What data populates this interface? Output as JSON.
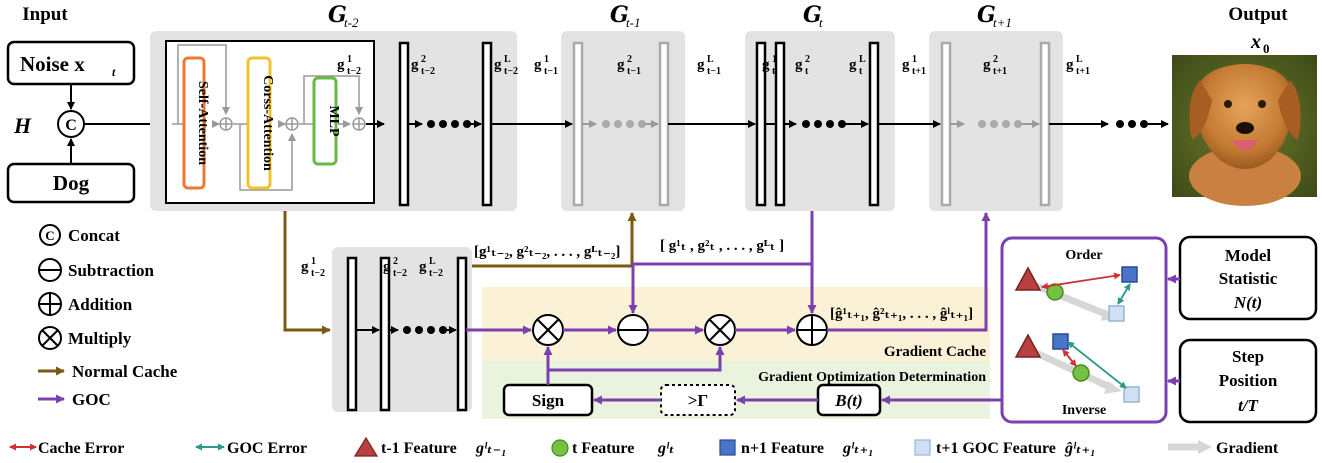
{
  "input_label": "Input",
  "output_label": "Output",
  "output_symbol": "x",
  "output_sub": "0",
  "noise_label": "Noise x",
  "noise_sub": "t",
  "dog_label": "Dog",
  "h_symbol": "H",
  "concat_glyph": "C",
  "blocks": {
    "g_tm2": {
      "base": "G",
      "sub": "t-2"
    },
    "g_tm1": {
      "base": "G",
      "sub": "t-1"
    },
    "g_t": {
      "base": "G",
      "sub": "t"
    },
    "g_tp1": {
      "base": "G",
      "sub": "t+1"
    }
  },
  "modules": {
    "self_attention": "Self-Attention",
    "cross_attention": "Corss-Attention",
    "mlp": "MLP"
  },
  "layer_labels": {
    "tm2_1": {
      "b": "g",
      "sup": "1",
      "sub": "t−2"
    },
    "tm2_2": {
      "b": "g",
      "sup": "2",
      "sub": "t−2"
    },
    "tm2_L": {
      "b": "g",
      "sup": "L",
      "sub": "t−2"
    },
    "tm1_1": {
      "b": "g",
      "sup": "1",
      "sub": "t−1"
    },
    "tm1_2": {
      "b": "g",
      "sup": "2",
      "sub": "t−1"
    },
    "tm1_L": {
      "b": "g",
      "sup": "L",
      "sub": "t−1"
    },
    "t_1": {
      "b": "g",
      "sup": "1",
      "sub": "t"
    },
    "t_2": {
      "b": "g",
      "sup": "2",
      "sub": "t"
    },
    "t_L": {
      "b": "g",
      "sup": "L",
      "sub": "t"
    },
    "tp1_1": {
      "b": "g",
      "sup": "1",
      "sub": "t+1"
    },
    "tp1_2": {
      "b": "g",
      "sup": "2",
      "sub": "t+1"
    },
    "tp1_L": {
      "b": "g",
      "sup": "L",
      "sub": "t+1"
    },
    "cache_1": {
      "b": "g",
      "sup": "1",
      "sub": "t−2"
    },
    "cache_2": {
      "b": "g",
      "sup": "2",
      "sub": "t−2"
    },
    "cache_L": {
      "b": "g",
      "sup": "L",
      "sub": "t−2"
    }
  },
  "cache_vector_text": "[g¹ₜ₋₂, g²ₜ₋₂, . . . , gᴸₜ₋₂]",
  "t_vector_text": "[ g¹ₜ ,  g²ₜ , . . . ,  gᴸₜ ]",
  "goc_vector_text": "[ĝ¹ₜ₊₁, ĝ²ₜ₊₁, . . . , ĝˡₜ₊₁]",
  "gradient_cache_label": "Gradient Cache",
  "god_label": "Gradient Optimization Determination",
  "sign_label": "Sign",
  "gamma_label": ">Γ",
  "bt_label": "B(t)",
  "legend": {
    "concat_glyph": "C",
    "concat": "Concat",
    "subtraction": "Subtraction",
    "addition": "Addition",
    "multiply": "Multiply",
    "normal_cache": "Normal Cache",
    "goc": "GOC"
  },
  "order_label": "Order",
  "inverse_label": "Inverse",
  "model_statistic": {
    "line1": "Model",
    "line2": "Statistic",
    "line3": "N(t)"
  },
  "step_position": {
    "line1": "Step",
    "line2": "Position",
    "line3": "t/T"
  },
  "bottom_legend": {
    "cache_error": "Cache Error",
    "goc_error": "GOC Error",
    "tm1_feature": "t-1 Feature",
    "tm1_sym": "gˡₜ₋₁",
    "t_feature": "t Feature",
    "t_sym": "gˡₜ",
    "n1_feature": "n+1 Feature",
    "n1_sym": "gˡₜ₊₁",
    "goc_feature": "t+1 GOC Feature",
    "goc_sym": "ĝˡₜ₊₁",
    "gradient": "Gradient"
  },
  "colors": {
    "brown": "#7a5a10",
    "purple": "#7b3fb0",
    "gray_block": "#e3e3e3",
    "gradient_cache_bg": "#fbf1d6",
    "god_bg": "#eaf3de",
    "self_attention": "#ec7a30",
    "cross_attention": "#f2c12e",
    "mlp": "#66bb44",
    "red": "#d03030",
    "teal": "#2a9a8a",
    "blue": "#4a74c9",
    "light_blue": "#cfe0f5",
    "green": "#76c043",
    "triangle": "#b84040"
  }
}
